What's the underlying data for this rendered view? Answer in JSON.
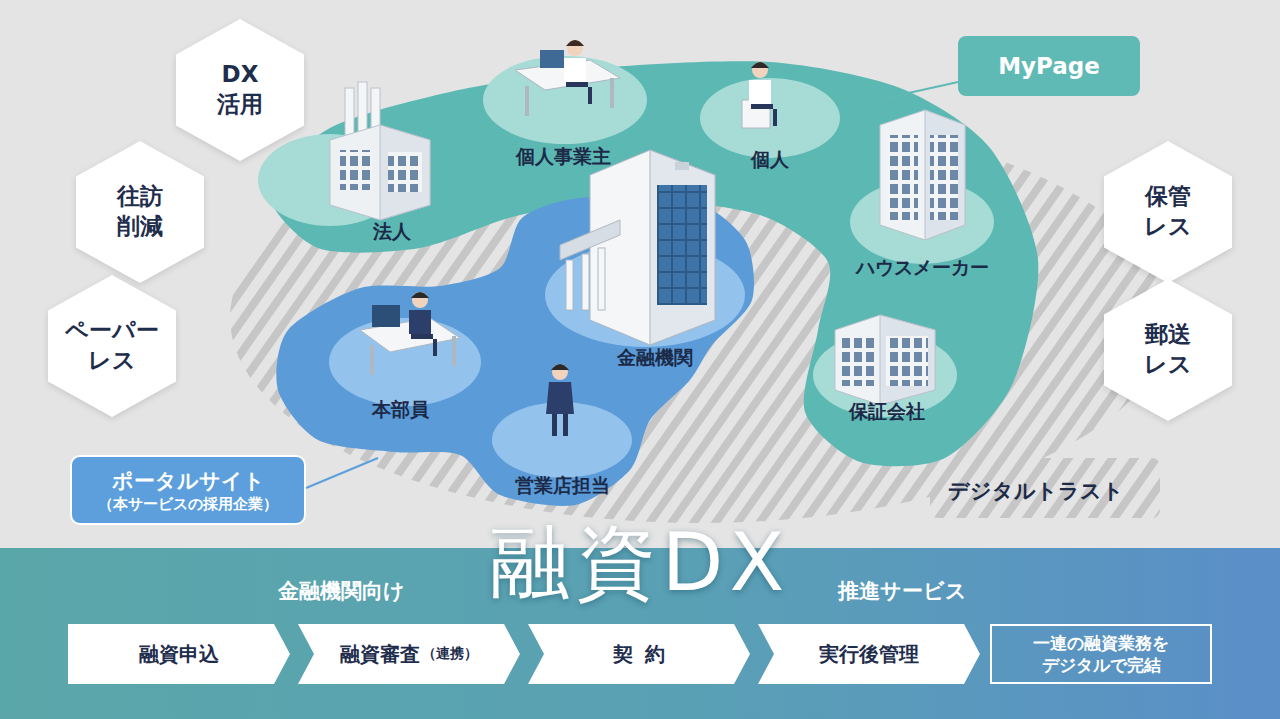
{
  "diagram": {
    "nodes": [
      {
        "text": [
          "DX 活用"
        ]
      },
      {
        "text": [
          "個人事業主"
        ]
      },
      {
        "text": [
          "個人"
        ]
      },
      {
        "text": [
          "MyPage"
        ]
      },
      {
        "text": [
          "往訪 削減"
        ]
      },
      {
        "text": [
          "法人"
        ]
      },
      {
        "text": [
          "保管 レス"
        ]
      },
      {
        "text": [
          "ハウスメーカー"
        ]
      },
      {
        "text": [
          "金融機関"
        ]
      },
      {
        "text": [
          "ペーパー レス"
        ]
      },
      {
        "text": [
          "本部員"
        ]
      },
      {
        "text": [
          "郵送 レス"
        ]
      },
      {
        "text": [
          "保証会社"
        ]
      },
      {
        "text": [
          "ポータルサイト",
          "（本サービスの採用企業）"
        ]
      },
      {
        "text": [
          "営業店担当"
        ]
      },
      {
        "text": [
          "金融機関向け",
          "融資DX",
          "推進サービス"
        ]
      },
      {
        "text": [
          "融資申込"
        ],
        "in": 15
      },
      {
        "text": [
          "融資審査",
          "（連携）"
        ],
        "in": 15
      },
      {
        "text": [
          "契約"
        ],
        "in": 15
      },
      {
        "text": [
          "実行後管理"
        ],
        "in": 15
      },
      {
        "text": [
          "一連の融資業務を デジタルで完結"
        ],
        "in": 15
      }
    ],
    "labels": [
      "デジタルトラスト"
    ]
  }
}
